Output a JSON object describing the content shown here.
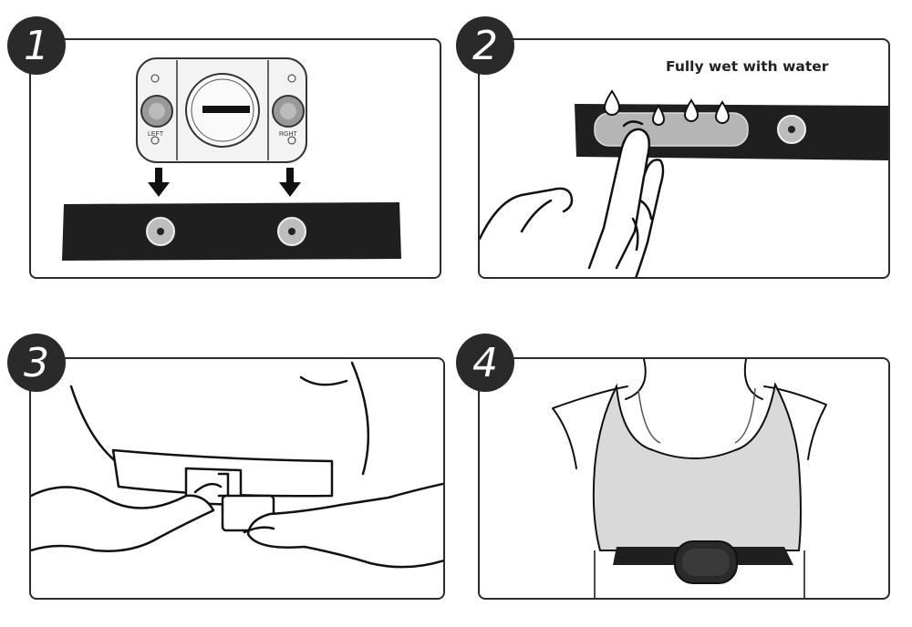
{
  "steps": [
    {
      "number": "1"
    },
    {
      "number": "2",
      "caption": "Fully wet with water"
    },
    {
      "number": "3"
    },
    {
      "number": "4"
    }
  ],
  "sensor_labels": {
    "left": "LEFT",
    "right": "RGHT"
  },
  "colors": {
    "strap": "#1f1f1f",
    "border": "#2b2b2b",
    "badge": "#2a2a2a",
    "pad": "#b5b5b5",
    "bra": "#d9d9d9"
  }
}
